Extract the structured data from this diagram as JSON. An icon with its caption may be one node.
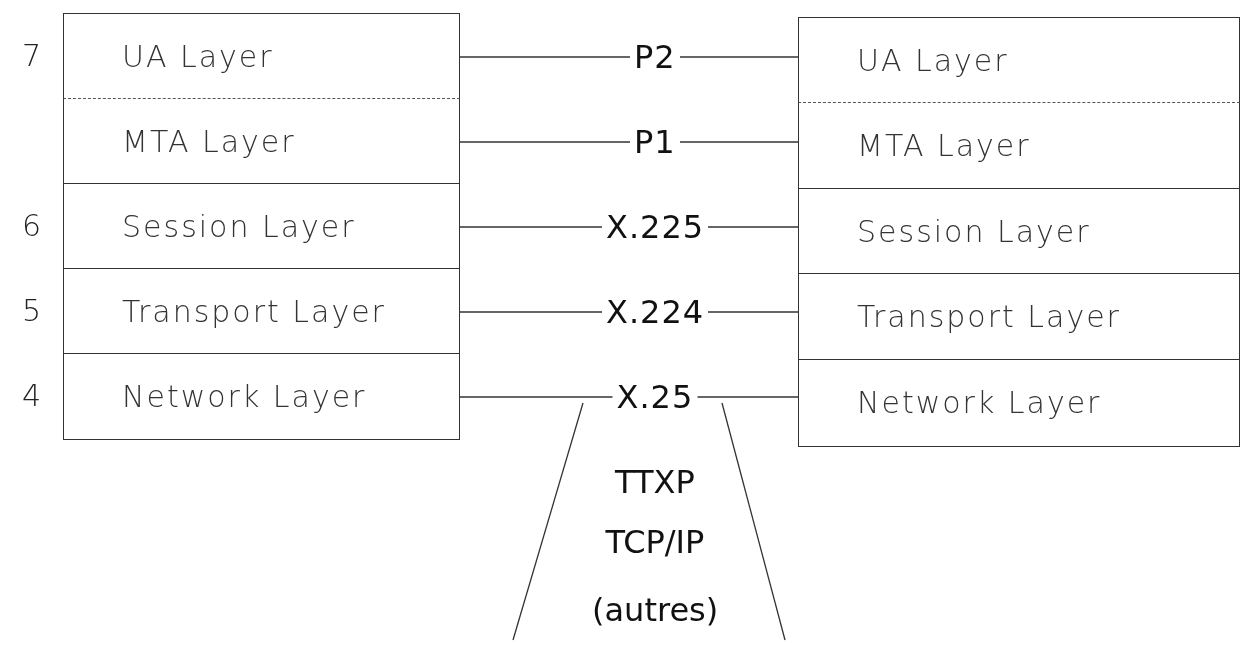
{
  "diagram": {
    "nodes": [
      {
        "text": [
          "UA Layer"
        ]
      },
      {
        "text": [
          "MTA Layer"
        ]
      },
      {
        "text": [
          "Session Layer"
        ]
      },
      {
        "text": [
          "Transport Layer"
        ]
      },
      {
        "text": [
          "Network Layer"
        ]
      },
      {
        "text": [
          "UA Layer"
        ]
      },
      {
        "text": [
          "MTA Layer"
        ]
      },
      {
        "text": [
          "Session Layer"
        ]
      },
      {
        "text": [
          "Transport Layer"
        ]
      },
      {
        "text": [
          "Network Layer"
        ]
      },
      {
        "text": [
          "P2"
        ]
      },
      {
        "text": [
          "P1"
        ]
      },
      {
        "text": [
          "X.225"
        ]
      },
      {
        "text": [
          "X.224"
        ]
      },
      {
        "text": [
          "X.25"
        ]
      }
    ],
    "edges": [
      {
        "from": 0,
        "to": 10,
        "arrow": "none"
      },
      {
        "from": 10,
        "to": 5,
        "arrow": "none"
      },
      {
        "from": 1,
        "to": 11,
        "arrow": "none"
      },
      {
        "from": 11,
        "to": 6,
        "arrow": "none"
      },
      {
        "from": 2,
        "to": 12,
        "arrow": "none"
      },
      {
        "from": 12,
        "to": 7,
        "arrow": "none"
      },
      {
        "from": 3,
        "to": 13,
        "arrow": "none"
      },
      {
        "from": 13,
        "to": 8,
        "arrow": "none"
      },
      {
        "from": 4,
        "to": 14,
        "arrow": "none"
      },
      {
        "from": 14,
        "to": 9,
        "arrow": "none"
      }
    ],
    "labels": [
      "7",
      "6",
      "5",
      "4",
      "TTXP",
      "TCP/IP",
      "(autres)"
    ]
  }
}
